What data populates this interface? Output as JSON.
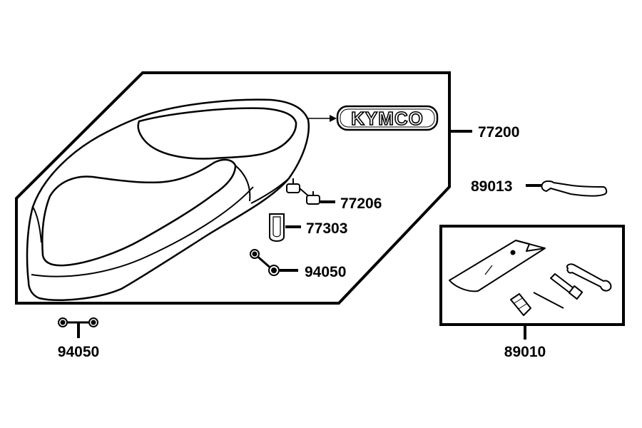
{
  "diagram": {
    "logo_text": "KYMCO",
    "parts": {
      "seat_assembly": "77200",
      "spanner": "89013",
      "clip": "77206",
      "bracket": "77303",
      "nut_right": "94050",
      "nut_left": "94050",
      "tool_kit": "89010"
    }
  }
}
